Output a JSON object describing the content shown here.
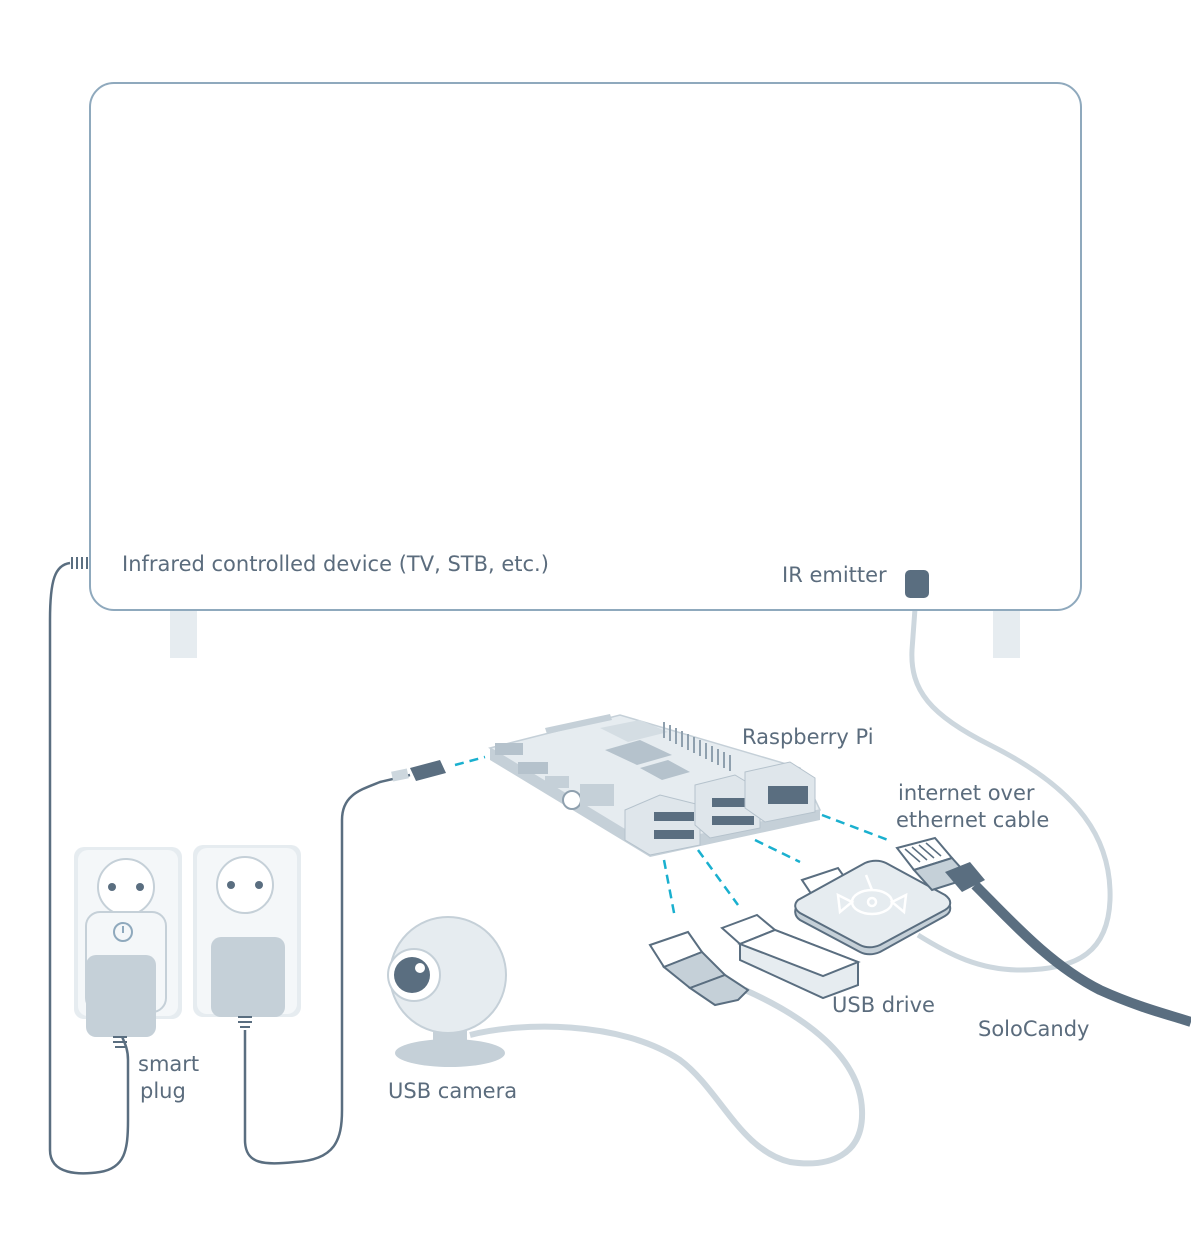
{
  "labels": {
    "tv": "Infrared controlled device (TV, STB, etc.)",
    "ir_emitter": "IR emitter",
    "raspberry_pi": "Raspberry Pi",
    "internet_line1": "internet over",
    "internet_line2": "ethernet cable",
    "usb_drive": "USB drive",
    "solocandy": "SoloCandy",
    "smart_plug_line1": "smart",
    "smart_plug_line2": "plug",
    "usb_camera": "USB camera"
  },
  "colors": {
    "outline": "#8fa9bd",
    "cable_light": "#cdd7de",
    "cable_dark": "#5a6e80",
    "device_fill": "#e6ecf0",
    "device_dark": "#c5d0d8",
    "dashed_link": "#1ab0cf",
    "text": "#5b6c7d"
  },
  "icons": [
    "power-icon",
    "candy-logo-icon",
    "socket-icon"
  ]
}
